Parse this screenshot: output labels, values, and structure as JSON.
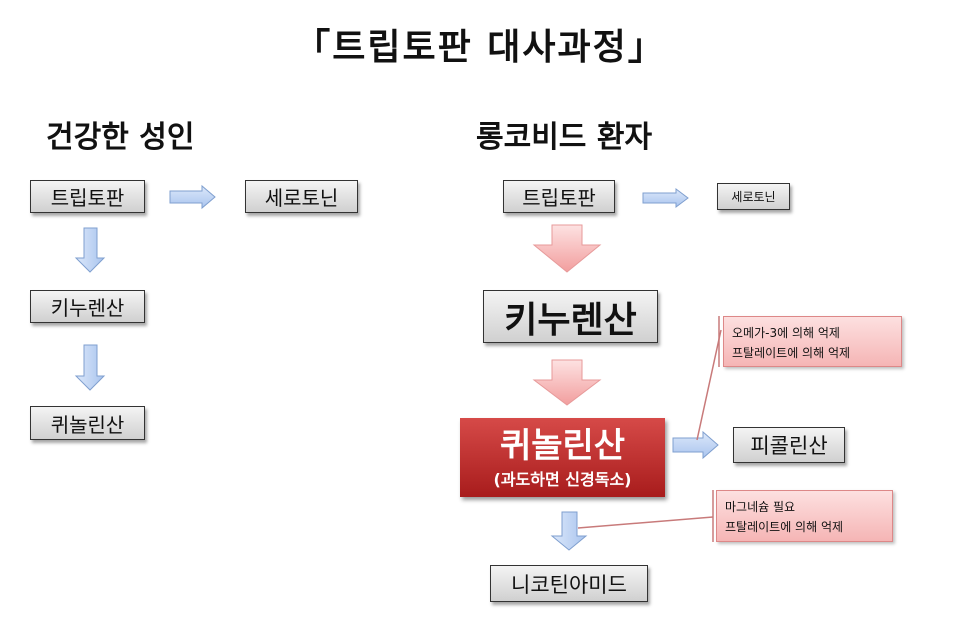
{
  "title": "「트립토판 대사과정」",
  "healthy": {
    "heading": "건강한 성인",
    "tryptophan": "트립토판",
    "serotonin": "세로토닌",
    "kynurenic": "키누렌산",
    "quinolinic": "퀴놀린산"
  },
  "longcovid": {
    "heading": "롱코비드 환자",
    "tryptophan": "트립토판",
    "serotonin": "세로토닌",
    "kynurenic": "키누렌산",
    "quinolinic": "퀴놀린산",
    "quinolinic_note": "(과도하면 신경독소)",
    "picolinic": "피콜린산",
    "nicotinamide": "니코틴아미드",
    "note1": [
      "오메가-3에 의해 억제",
      "프탈레이트에 의해 억제"
    ],
    "note2": [
      "마그네슘 필요",
      "프탈레이트에 의해 억제"
    ]
  },
  "colors": {
    "blue_arrow": "#b8cff0",
    "pink_arrow": "#f7b0b0",
    "red_box": "#c0302e"
  }
}
